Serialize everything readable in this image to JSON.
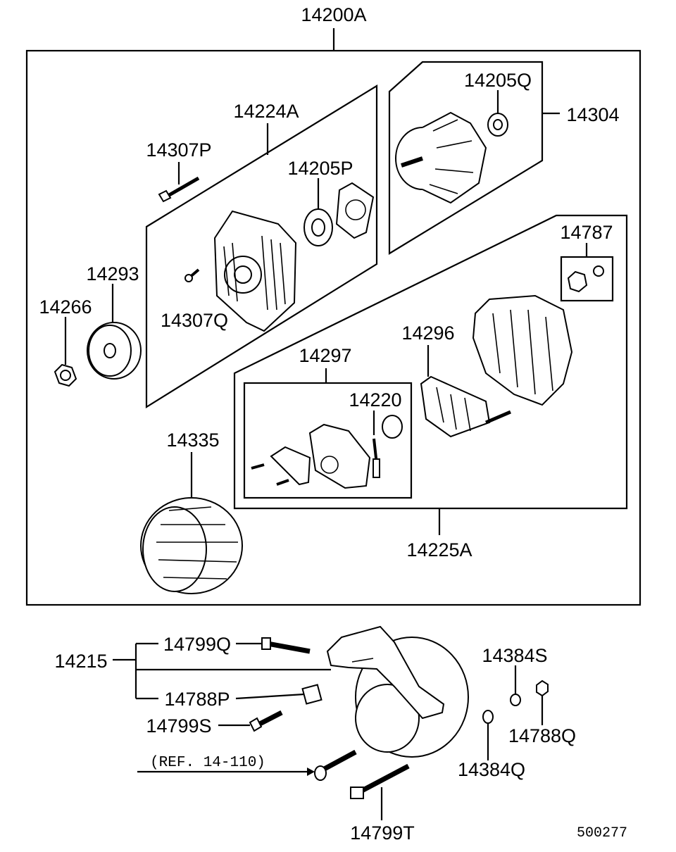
{
  "labels": {
    "assembly": "14200A",
    "rear_bracket": "14224A",
    "thru_bolt": "14307P",
    "bearing_rear": "14205P",
    "screw": "14307Q",
    "pulley": "14293",
    "nut": "14266",
    "rotor": "14304",
    "bearing_front": "14205Q",
    "terminal_set": "14787",
    "rectifier": "14296",
    "brush_holder": "14297",
    "brush": "14220",
    "stator": "14335",
    "front_bracket": "14225A",
    "bracket_kit": "14215",
    "bolt_a": "14799Q",
    "nut_square": "14788P",
    "bolt_b": "14799S",
    "ref": "(REF. 14-110)",
    "bolt_c": "14799T",
    "washer_a": "14384S",
    "nut_b": "14788Q",
    "washer_b": "14384Q",
    "diagram_no": "500277"
  }
}
